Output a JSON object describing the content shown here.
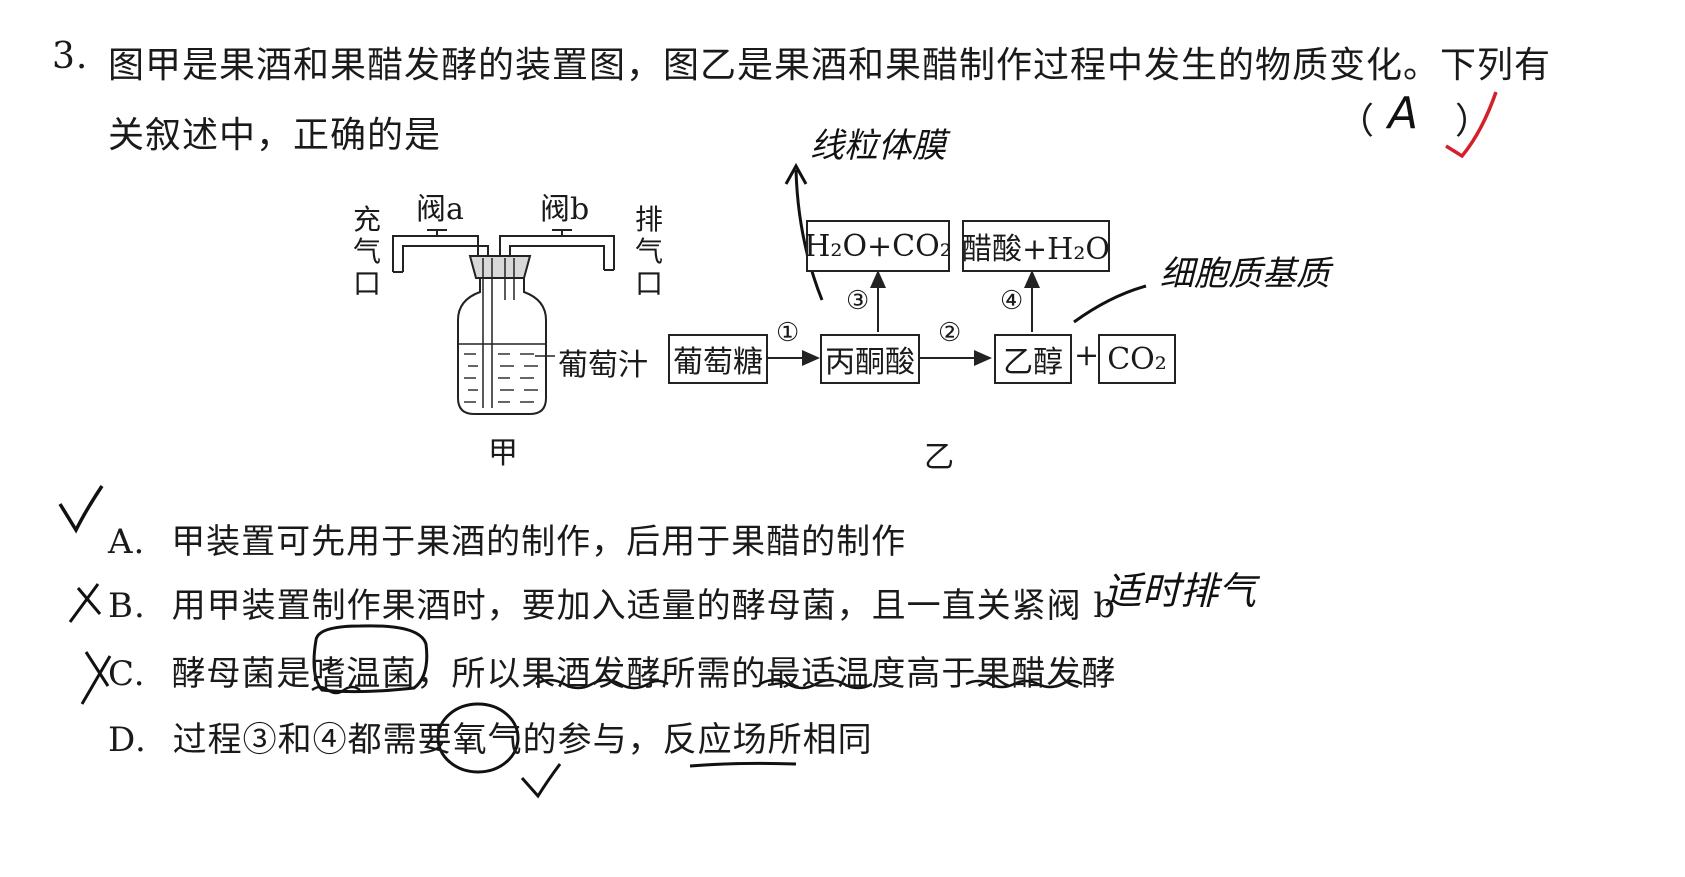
{
  "question": {
    "number": "3.",
    "line1": "图甲是果酒和果醋发酵的装置图，图乙是果酒和果醋制作过程中发生的物质变化。下列有",
    "line2": "关叙述中，正确的是",
    "answer_bracket_open": "（",
    "answer_bracket_close": "）"
  },
  "figure_jia": {
    "valve_a": "阀a",
    "valve_b": "阀b",
    "inlet": "充气口",
    "outlet": "排气口",
    "juice": "葡萄汁",
    "caption": "甲"
  },
  "figure_yi": {
    "glucose": "葡萄糖",
    "pyruvate": "丙酮酸",
    "ethanol": "乙醇",
    "co2": "CO₂",
    "plus": "+",
    "h2o_co2": "H₂O+CO₂",
    "acetic_h2o": "醋酸+H₂O",
    "step1": "①",
    "step2": "②",
    "step3": "③",
    "step4": "④",
    "caption": "乙"
  },
  "options": [
    {
      "letter": "A.",
      "text": "甲装置可先用于果酒的制作，后用于果醋的制作"
    },
    {
      "letter": "B.",
      "text": "用甲装置制作果酒时，要加入适量的酵母菌，且一直关紧阀 b"
    },
    {
      "letter": "C.",
      "text": "酵母菌是嗜温菌，所以果酒发酵所需的最适温度高于果醋发酵"
    },
    {
      "letter": "D.",
      "text": "过程③和④都需要氧气的参与，反应场所相同"
    }
  ],
  "handwriting": {
    "answer": "A",
    "note_top": "线粒体膜",
    "note_right": "细胞质基质",
    "note_b": "适时排气"
  },
  "colors": {
    "ink": "#1a1a1a",
    "red_pen": "#d4202a"
  }
}
